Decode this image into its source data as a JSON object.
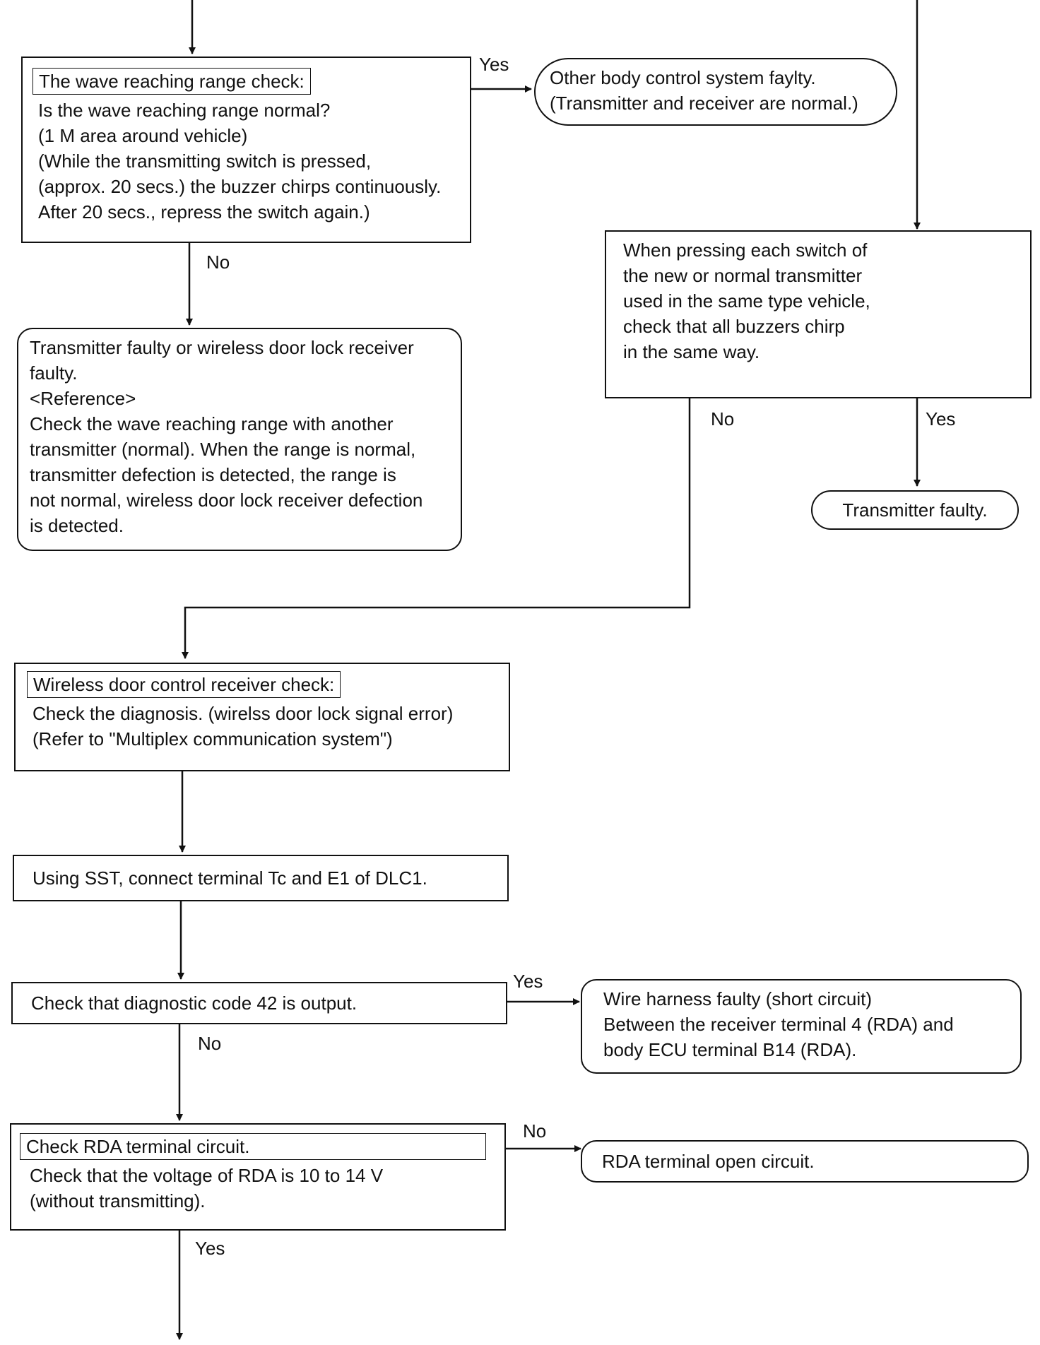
{
  "labels": {
    "yes": "Yes",
    "no": "No"
  },
  "wave_check": {
    "heading": "The wave reaching range check:",
    "lines": [
      "Is the wave reaching range normal?",
      "(1 M area around vehicle)",
      "(While the transmitting switch is pressed,",
      "(approx. 20 secs.) the buzzer chirps continuously.",
      "After 20 secs., repress the switch again.)"
    ]
  },
  "other_body": {
    "lines": [
      "Other body control system faylty.",
      "(Transmitter and receiver are normal.)"
    ]
  },
  "press_switch": {
    "lines": [
      "When pressing each switch of",
      "the new or normal transmitter",
      "used in the same type vehicle,",
      "check that all buzzers chirp",
      "in the same way."
    ]
  },
  "transmitter_or_receiver": {
    "lines": [
      "Transmitter faulty or wireless door lock receiver",
      "faulty.",
      "<Reference>",
      "Check the wave reaching range with another",
      "transmitter (normal). When the range is normal,",
      "transmitter defection is detected, the range is",
      "not normal, wireless door lock receiver defection",
      "is detected."
    ]
  },
  "transmitter_faulty": {
    "text": "Transmitter faulty."
  },
  "receiver_check": {
    "heading": "Wireless door control receiver check:",
    "lines": [
      "Check the diagnosis. (wirelss door lock signal error)",
      "(Refer to \"Multiplex communication system\")"
    ]
  },
  "sst_connect": {
    "text": "Using SST, connect terminal Tc and E1 of DLC1."
  },
  "code42": {
    "text": "Check that diagnostic code 42 is output."
  },
  "harness_faulty": {
    "lines": [
      "Wire harness faulty (short circuit)",
      "Between the receiver terminal 4 (RDA) and",
      "body ECU terminal B14 (RDA)."
    ]
  },
  "rda_check": {
    "heading": "Check RDA terminal circuit.",
    "lines": [
      "Check that the voltage of RDA is 10 to 14 V",
      "(without transmitting)."
    ]
  },
  "rda_open": {
    "text": "RDA terminal open circuit."
  }
}
